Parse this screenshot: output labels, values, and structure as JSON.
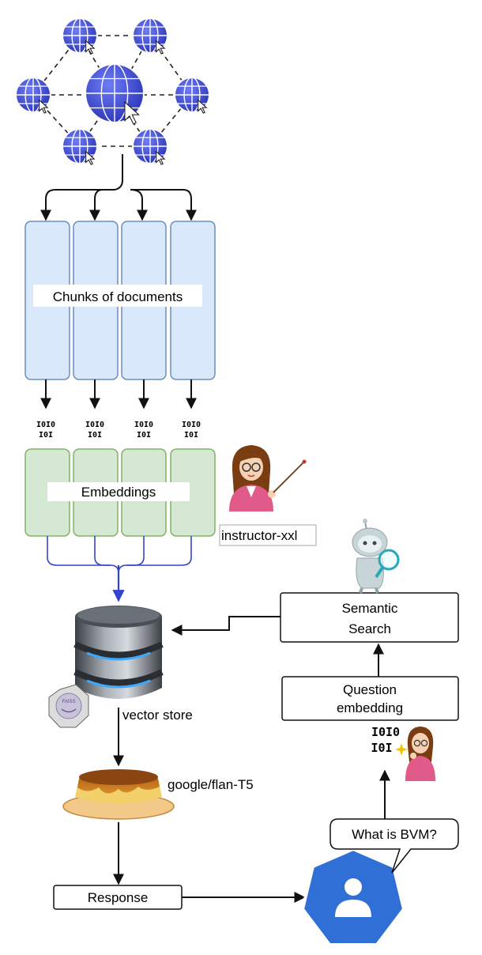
{
  "chunks": {
    "label": "Chunks of documents",
    "count": 4
  },
  "binary": {
    "line1": "I0I0",
    "line2": "I0I"
  },
  "embeddings": {
    "label": "Embeddings",
    "model": "instructor-xxl"
  },
  "vector_store": {
    "label": "vector store",
    "badge": "FAISS"
  },
  "llm": {
    "label": "google/flan-T5"
  },
  "response": {
    "label": "Response"
  },
  "semantic_search": {
    "line1": "Semantic",
    "line2": "Search"
  },
  "question_embedding": {
    "line1": "Question",
    "line2": "embedding"
  },
  "question_binary": {
    "line1": "I0I0",
    "line2": "I0I"
  },
  "user": {
    "question": "What is BVM?"
  },
  "colors": {
    "chunk_fill": "#dae8fc",
    "chunk_stroke": "#6c8ebf",
    "emb_fill": "#d5e8d4",
    "emb_stroke": "#82b366",
    "blue_line": "#3344cc",
    "user_badge": "#2f6fd6"
  }
}
